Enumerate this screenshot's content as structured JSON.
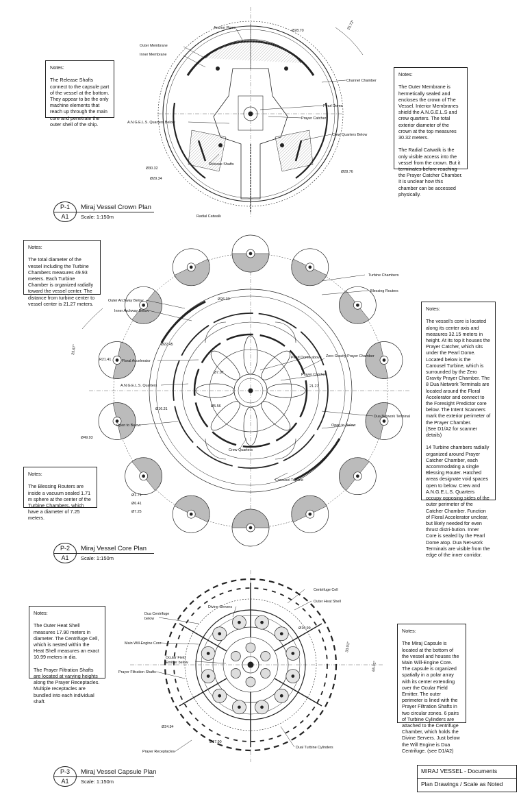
{
  "plans": [
    {
      "code": "P-1",
      "sheet": "A1",
      "title": "Miraj Vessel Crown Plan",
      "scale": "Scale: 1:150m"
    },
    {
      "code": "P-2",
      "sheet": "A1",
      "title": "Miraj Vessel Core Plan",
      "scale": "Scale: 1:150m"
    },
    {
      "code": "P-3",
      "sheet": "A1",
      "title": "Miraj Vessel Capsule Plan",
      "scale": "Scale: 1:150m"
    }
  ],
  "notes": {
    "crown_left": "Notes:\n\nThe Release Shafts connect to the capsule part of the vessel at the bottom. They appear to be the only machine elements that reach up through the main core and penetrate the outer shell of the ship.",
    "crown_right": "Notes:\n\nThe Outer Membrane is hermetically sealed and encloses the crown of The Vessel. Interior Membranes shield the A.N.G.E.L.S and crew quarters. The total exterior diameter of the crown at the top measures 30.32 meters.\n\nThe Radial Catwalk is the only visible access into the vessel from the crown. But it terminates before reaching the Prayer Catcher Chamber. It is unclear how this chamber can be accessed physically.",
    "core_left_top": "Notes:\n\nThe total diameter of the vessel including the Turbine Chambers measures 49.93 meters. Each Turbine Chamber is organized radially toward the vessel center. The distance from turbine center to vessel center is 21.27 meters.",
    "core_left_bottom": "Notes:\n\nThe Blessing Routers are inside a vacuum sealed 1.71 m sphere at the center of the Turbine Chambers, which have a diameter of 7.25 meters.",
    "core_right": "Notes:\n\nThe vessel's core is located along its center axis and measures 32.15 meters in height. At its top it houses the Prayer Catcher, which sits under the Pearl Dome. Located below is the Carousel Turbine, which is surrounded by the Zero Gravity Prayer Chamber. The 8 Dua Network Terminals are located around the Floral Accelerator and connect to the Foresight Predictor core below. The Intent Scanners mark the exterior perimeter of the Prayer Chamber.\n(See D1/A2 for scanner details)\n\n14 Turbine chambers radially organized around Prayer Catcher Chamber, each accommodating a single Blessing Router. Hatched areas designate void spaces open to below. Crew and A.N.G.E.L.S. Quarters occupy opposing sides of the outer perimeter of the Catcher Chamber. Function of Floral Accelerator unclear, but likely needed for even thrust distri-bution. Inner Core is sealed by the Pearl Dome atop. Dua Net-work Terminals are visible from the edge of the inner corridor.",
    "capsule_left": "Notes:\n\nThe Outer Heat Shell measures 17.90 meters in diameter. The Centrifuge Cell, which is nested within the Heat Shell measures an exact 10.99 meters in dia.\n\nThe Prayer Filtration Shafts are located at varying heights along the Prayer Receptacles. Multiple receptacles are bundled into each individual shaft.",
    "capsule_right": "Notes:\n\nThe Miraj Capsule is located at the bottom of the vessel and houses the Main Will-Engine Core. The capsule is organized spatially in a polar array with its center extending over the Ocular Field Emitter. The outer perimeter is lined with the Prayer Filtration Shafts in two circular zones. 6 pairs of Turbine Cylinders are attached to the Centrifuge Chamber, which holds the Divine Servers. Just below the Will Engine is Dua Centrifuge. (see D1/A2)"
  },
  "labels": {
    "crown": {
      "anchor_pipes": "Anchor Pipes",
      "d2870": "Ø28.70",
      "outer_membrane": "Outer Membrane",
      "inner_membrane": "Inner Membrane",
      "channel_chamber": "Channel Chamber",
      "pearl_dome": "Pearl Dome",
      "angels_below": "A.N.G.E.L.S. Quarters Below",
      "prayer_catcher": "Prayer Catcher",
      "crew_below": "Crew Quarters Below",
      "release_shafts": "Release Shafts",
      "d3032": "Ø30.32",
      "d2934": "Ø29.34",
      "d2876": "Ø28.76",
      "radial_catwalk": "Radial Catwalk",
      "angle": "25.72°"
    },
    "core": {
      "turbine_chambers": "Turbine Chambers",
      "blessing_routers": "Blessing Routers",
      "outer_archway": "Outer Archway Below",
      "inner_archway": "Inner Archway Below",
      "d2633": "Ø26.33",
      "d2245": "Ø22.45",
      "r2141": "R21.41",
      "floral_accelerator": "Floral Accelerator",
      "angels_quarters": "A.N.G.E.L.S. Quarters",
      "d707": "Ø7.07",
      "d1631": "Ø16.31",
      "d5556": "Ø5.56",
      "pearl_dome_above": "Pearl Dome above",
      "zero_gravity": "Zero Gravity Prayer Chamber",
      "prayer_catcher": "Prayer Catcher",
      "r2127": "21.27",
      "dua_terminal": "Dua Network Terminal",
      "open_below_l": "Open to Below",
      "open_below_r": "Open to Below",
      "crew_quarters": "Crew Quarters",
      "carousel_turbine": "Carousel Turbine",
      "d4993": "Ø49.93",
      "d171": "Ø1.71",
      "d641": "Ø6.41",
      "d725": "Ø7.25",
      "angle": "25.67°"
    },
    "capsule": {
      "centrifuge_cell": "Centrifuge Cell",
      "divine_servers": "Divine Servers",
      "outer_heat_shell": "Outer Heat Shell",
      "dua_centrifuge": "Dua Centrifuge below",
      "d1099": "Ø10.99",
      "main_engine": "Main Will-Engine Core",
      "ocular": "Ocular Field Emitter below",
      "filtration": "Prayer Filtration Shafts",
      "d2494": "Ø24.94",
      "d1790": "Ø17.90",
      "receptacles": "Prayer Receptacles",
      "dual_turbine": "Dual Turbine Cylinders",
      "a1": "33.01°",
      "a2": "65.02°"
    }
  },
  "doc": {
    "title": "MIRAJ VESSEL - Documents",
    "subtitle": "Plan Drawings / Scale as Noted"
  }
}
